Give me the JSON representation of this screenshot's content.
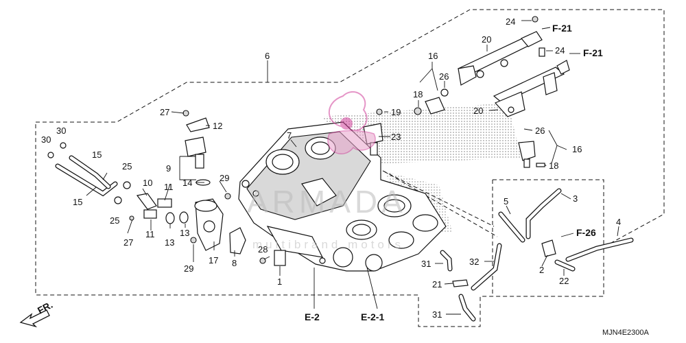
{
  "diagram": {
    "code": "MJN4E2300A",
    "direction_label": "FR.",
    "watermark": {
      "brand": "ARMADA",
      "tagline": "multibrand motors"
    },
    "callouts": {
      "c1": "1",
      "c2": "2",
      "c3": "3",
      "c4": "4",
      "c5": "5",
      "c6": "6",
      "c7": "7",
      "c8": "8",
      "c9": "9",
      "c10": "10",
      "c11a": "11",
      "c11b": "11",
      "c12": "12",
      "c13a": "13",
      "c13b": "13",
      "c14": "14",
      "c15a": "15",
      "c15b": "15",
      "c16a": "16",
      "c16b": "16",
      "c17": "17",
      "c18a": "18",
      "c18b": "18",
      "c19": "19",
      "c20a": "20",
      "c20b": "20",
      "c21": "21",
      "c22": "22",
      "c23": "23",
      "c24a": "24",
      "c24b": "24",
      "c25a": "25",
      "c25b": "25",
      "c26a": "26",
      "c26b": "26",
      "c27a": "27",
      "c27b": "27",
      "c28": "28",
      "c29a": "29",
      "c29b": "29",
      "c30a": "30",
      "c30b": "30",
      "c31a": "31",
      "c31b": "31",
      "c32": "32"
    },
    "refs": {
      "f21a": "F-21",
      "f21b": "F-21",
      "f26": "F-26",
      "e2": "E-2",
      "e21": "E-2-1"
    }
  }
}
